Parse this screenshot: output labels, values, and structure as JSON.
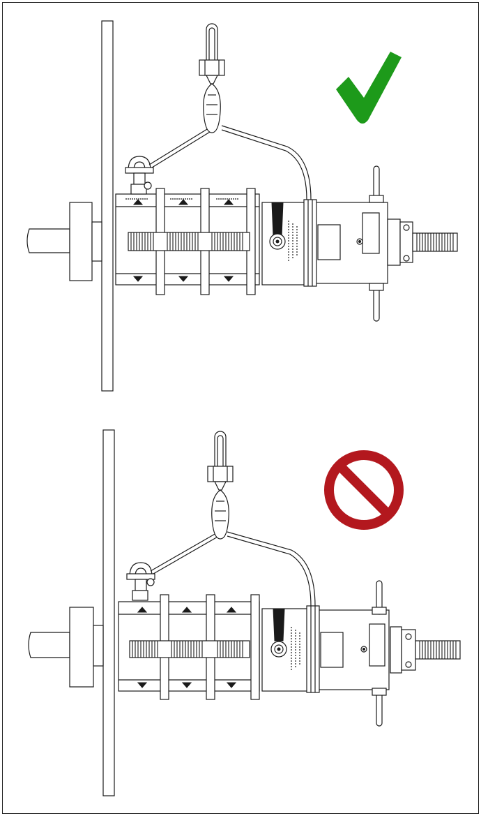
{
  "figure": {
    "panels": [
      {
        "id": "correct",
        "status": "correct",
        "indicator": "checkmark-icon",
        "indicator_color": "#1d9a1a"
      },
      {
        "id": "incorrect",
        "status": "incorrect",
        "indicator": "prohibited-icon",
        "indicator_color": "#b3181e"
      }
    ]
  },
  "colors": {
    "line": "#1a1a1a",
    "check_green": "#1d9a1a",
    "prohibit_red": "#b3181e",
    "background": "#ffffff"
  }
}
